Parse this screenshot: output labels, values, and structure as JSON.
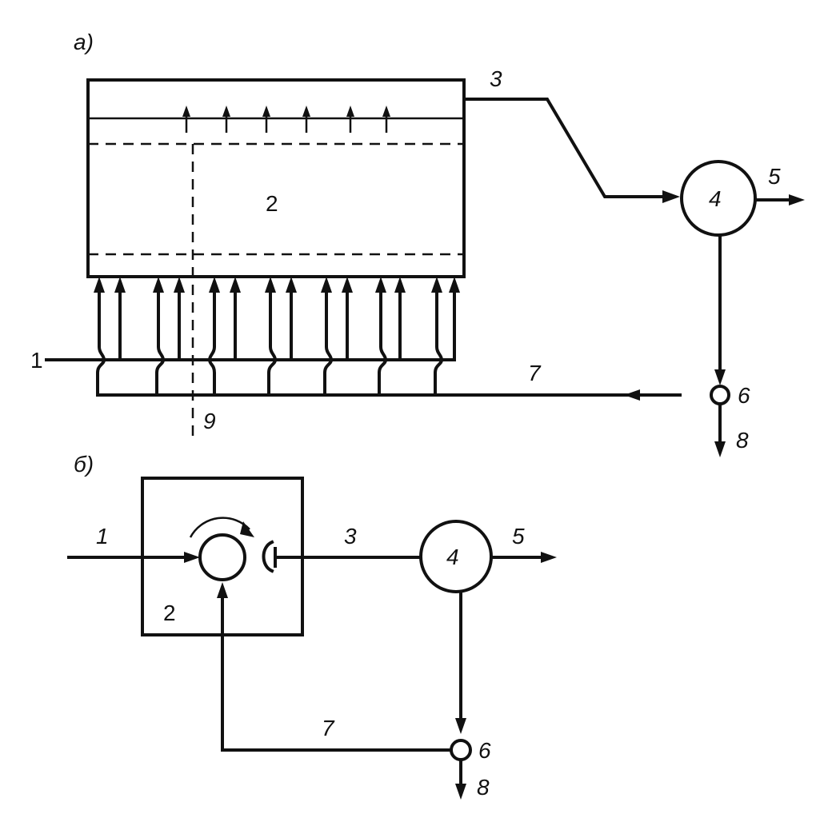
{
  "diagram_a": {
    "panel_label": "а)",
    "labels": {
      "feed": "1",
      "unit": "2",
      "transfer": "3",
      "separator": "4",
      "product": "5",
      "splitter": "6",
      "recycle": "7",
      "purge": "8",
      "section": "9"
    }
  },
  "diagram_b": {
    "panel_label": "б)",
    "labels": {
      "feed": "1",
      "unit": "2",
      "transfer": "3",
      "separator": "4",
      "product": "5",
      "splitter": "6",
      "recycle": "7",
      "purge": "8"
    }
  },
  "colors": {
    "line": "#111111",
    "background": "#ffffff"
  }
}
